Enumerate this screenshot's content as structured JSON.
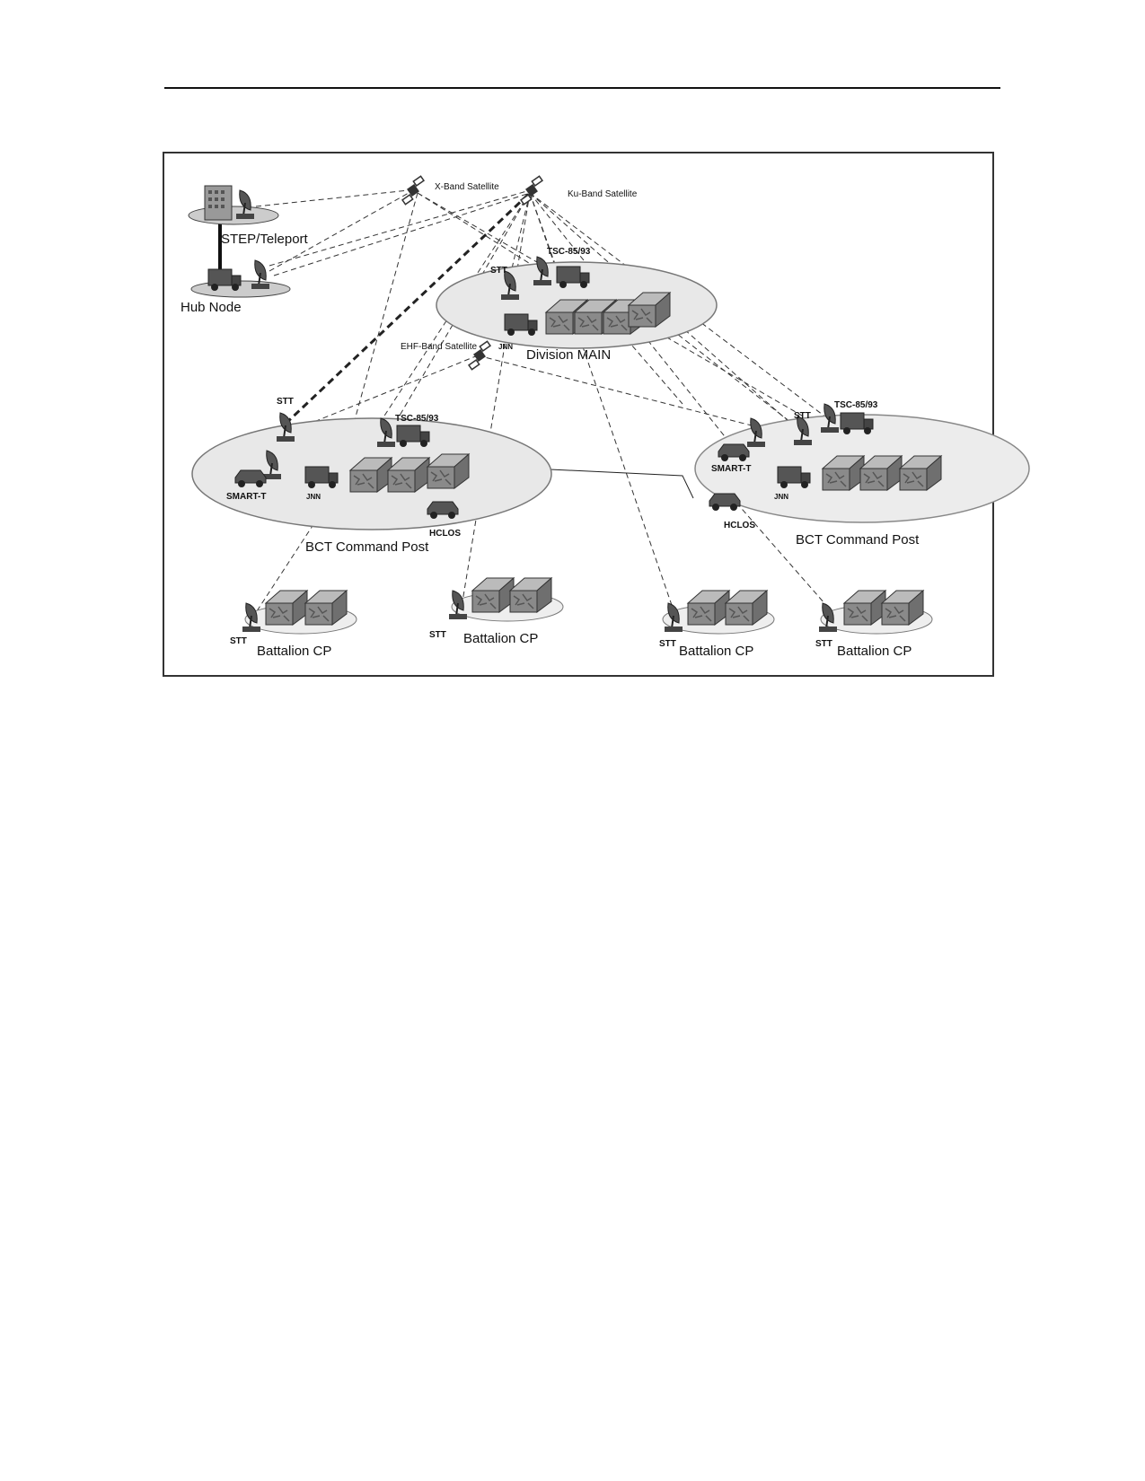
{
  "labels": {
    "x_band": "X-Band Satellite",
    "ku_band": "Ku-Band Satellite",
    "ehf_band": "EHF-Band Satellite",
    "step_teleport": "STEP/Teleport",
    "hub_node": "Hub Node",
    "division_main": "Division  MAIN",
    "bct_left": "BCT Command Post",
    "bct_right": "BCT Command Post",
    "battalion_cp": "Battalion CP",
    "stt": "STT",
    "tsc": "TSC-85/93",
    "smart_t": "SMART-T",
    "jnn": "JNN",
    "hclos": "HCLOS"
  },
  "colors": {
    "ellipse_fill": "#e8e8e8",
    "equipment": "#444444",
    "line": "#333333"
  },
  "icons": [
    "satellite-icon",
    "building-icon",
    "dish-icon",
    "truck-icon",
    "humvee-icon",
    "tent-icon"
  ]
}
